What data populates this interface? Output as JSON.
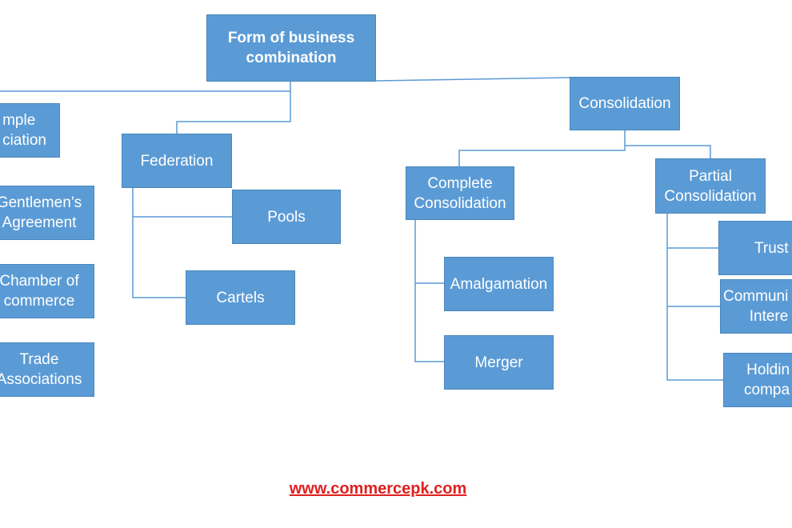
{
  "diagram": {
    "root": "Form of business\ncombination",
    "simple_association": "mple\nciation",
    "gentlemens_agreement": "Gentlemen’s\nAgreement",
    "chamber_of_commerce": "Chamber of\ncommerce",
    "trade_associations": "Trade\nAssociations",
    "federation": "Federation",
    "pools": "Pools",
    "cartels": "Cartels",
    "consolidation": "Consolidation",
    "complete_consolidation": "Complete\nConsolidation",
    "amalgamation": "Amalgamation",
    "merger": "Merger",
    "partial_consolidation": "Partial\nConsolidation",
    "trust": "Trust",
    "community_interest": "Communi\nIntere",
    "holding_company": "Holdin\ncompa"
  },
  "footer": {
    "url": "www.commercepk.com"
  },
  "colors": {
    "box": "#5b9bd5",
    "line": "#5b9bd5",
    "text": "#ffffff",
    "footer": "#e02020"
  }
}
